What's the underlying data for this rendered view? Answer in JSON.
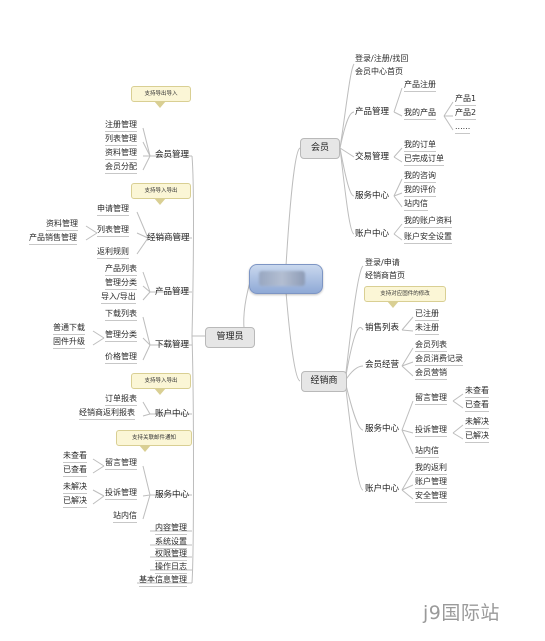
{
  "root": {
    "label": ""
  },
  "member": {
    "label": "会员",
    "login": "登录/注册/找回",
    "home": "会员中心首页",
    "product": {
      "label": "产品管理",
      "register": "产品注册",
      "mine": "我的产品",
      "p1": "产品1",
      "p2": "产品2",
      "more": "......"
    },
    "trade": {
      "label": "交易管理",
      "orders": "我的订单",
      "done": "已完成订单"
    },
    "service": {
      "label": "服务中心",
      "inquiry": "我的咨询",
      "review": "我的评价",
      "mail": "站内信"
    },
    "account": {
      "label": "账户中心",
      "info": "我的账户资料",
      "security": "账户安全设置"
    }
  },
  "dealer": {
    "label": "经销商",
    "login": "登录/申请",
    "home": "经销商首页",
    "callout": "支持对应固件的修改",
    "sales": {
      "label": "销售列表",
      "reg": "已注册",
      "unreg": "未注册"
    },
    "business": {
      "label": "会员经营",
      "list": "会员列表",
      "consume": "会员消费记录",
      "market": "会员营销"
    },
    "service": {
      "label": "服务中心",
      "msg": "留言管理",
      "unread": "未查看",
      "read": "已查看",
      "complaint": "投诉管理",
      "unsolved": "未解决",
      "solved": "已解决",
      "mail": "站内信"
    },
    "account": {
      "label": "账户中心",
      "rebate": "我的返利",
      "acct": "账户管理",
      "sec": "安全管理"
    }
  },
  "admin": {
    "label": "管理员",
    "member_mgmt": {
      "callout": "支持导出导入",
      "label": "会员管理",
      "items": [
        "注册管理",
        "列表管理",
        "资料管理",
        "会员分配"
      ]
    },
    "dealer_mgmt": {
      "callout": "支持导入导出",
      "label": "经销商管理",
      "apply": "申请管理",
      "list": "列表管理",
      "data": "资料管理",
      "sales": "产品销售管理",
      "rebate": "返利规则"
    },
    "product_mgmt": {
      "label": "产品管理",
      "list": "产品列表",
      "cat": "管理分类",
      "io": "导入/导出"
    },
    "download_mgmt": {
      "label": "下载管理",
      "list": "下载列表",
      "cat": "管理分类",
      "normal": "普通下载",
      "firmware": "固件升级",
      "perm": "价格管理"
    },
    "account": {
      "callout": "支持导入导出",
      "label": "账户中心",
      "orders": "订单报表",
      "rebate": "经销商返利报表"
    },
    "service": {
      "callout": "支持关联邮件通知",
      "label": "服务中心",
      "msg": "留言管理",
      "unread": "未查看",
      "read": "已查看",
      "complaint": "投诉管理",
      "unsolved": "未解决",
      "solved": "已解决",
      "mail": "站内信"
    },
    "others": [
      "内容管理",
      "系统设置",
      "权限管理",
      "操作日志",
      "基本信息管理"
    ]
  },
  "watermark": "j9国际站"
}
